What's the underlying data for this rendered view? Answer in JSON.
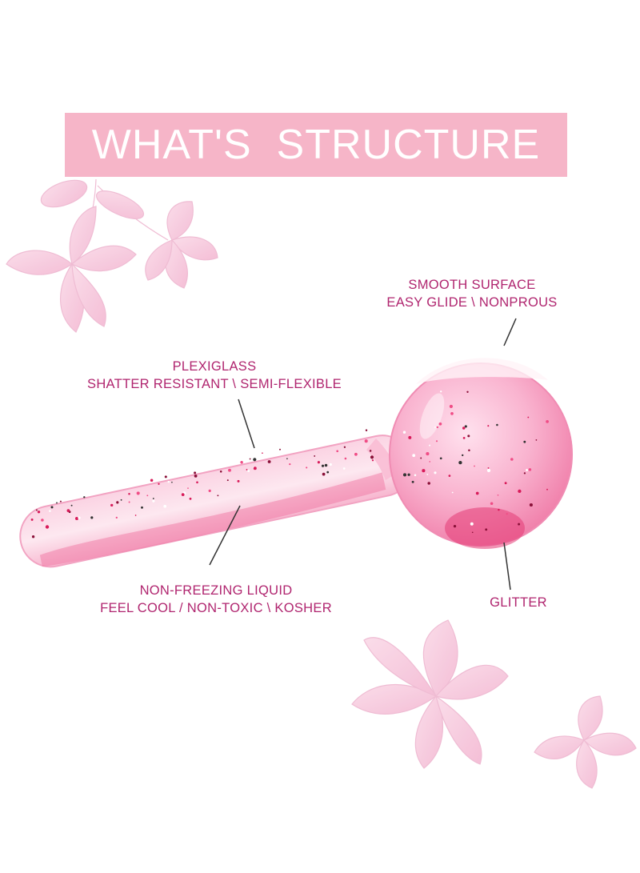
{
  "banner": {
    "title": "WHAT'S  STRUCTURE"
  },
  "callouts": {
    "surface": {
      "line1": "SMOOTH SURFACE",
      "line2": "EASY GLIDE \\ NONPROUS"
    },
    "plexiglass": {
      "line1": "PLEXIGLASS",
      "line2": "SHATTER RESISTANT \\ SEMI-FLEXIBLE"
    },
    "liquid": {
      "line1": "NON-FREEZING LIQUID",
      "line2": "FEEL COOL / NON-TOXIC \\ KOSHER"
    },
    "glitter": {
      "line1": "GLITTER"
    }
  },
  "colors": {
    "banner": "#f6b5c8",
    "label": "#b0256f",
    "product_pink": "#f7a6c6",
    "flower": "#f3bfd6"
  },
  "icons": [
    "flower-decoration",
    "ice-globe-roller"
  ]
}
